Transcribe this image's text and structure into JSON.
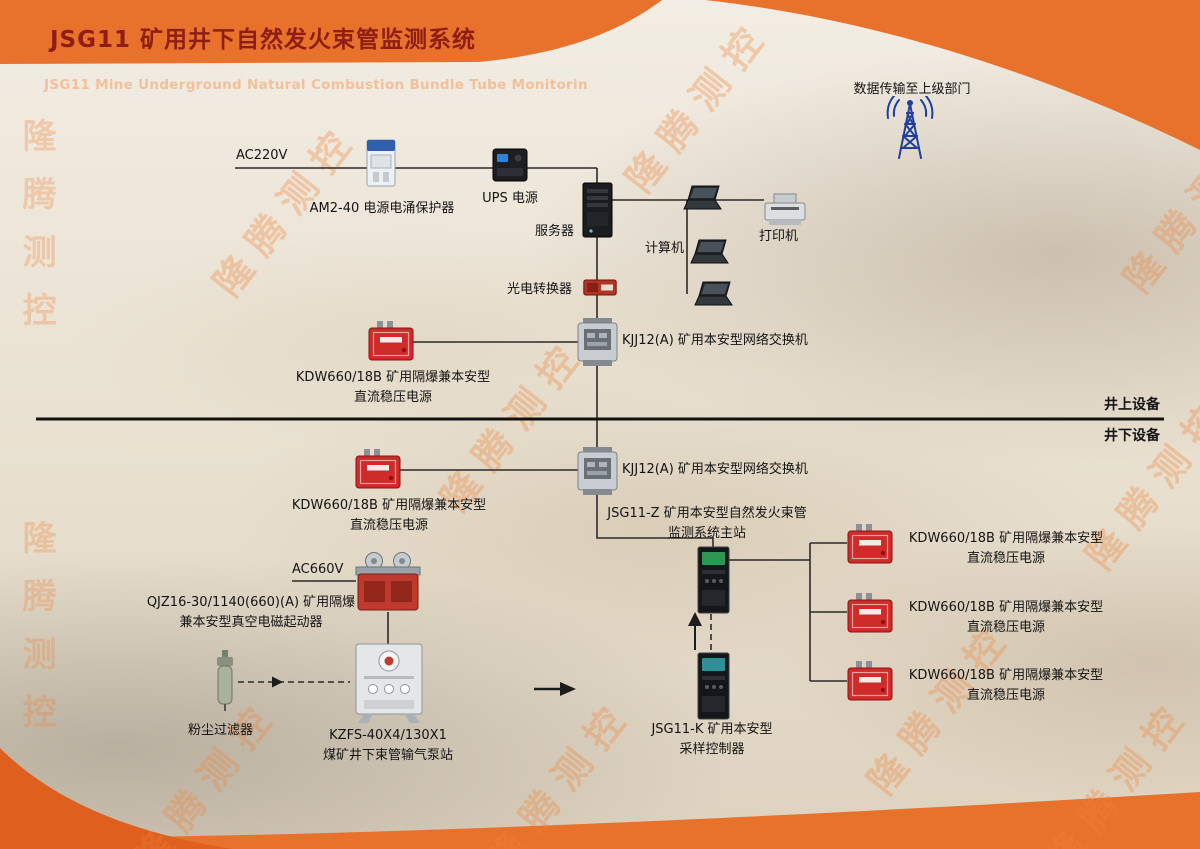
{
  "header": {
    "title": "JSG11 矿用井下自然发火束管监测系统",
    "subtitle": "JSG11 Mine Underground Natural Combustion Bundle Tube Monitorin"
  },
  "watermark": "隆腾测控",
  "colors": {
    "accent_orange": "#E8712C",
    "accent_orange_dark": "#DE5F1E",
    "title_red": "#8E1D12",
    "device_red": "#CF2B2B",
    "antenna_blue": "#1E3FA0"
  },
  "zones": {
    "surface": "井上设备",
    "underground": "井下设备"
  },
  "nodes": {
    "antenna": "数据传输至上级部门",
    "ac220v": "AC220V",
    "surge_protector": "AM2-40 电源电涌保护器",
    "ups": "UPS 电源",
    "server": "服务器",
    "computer": "计算机",
    "printer": "打印机",
    "converter": "光电转换器",
    "switch_surface": "KJJ12(A) 矿用本安型网络交换机",
    "switch_underground": "KJJ12(A) 矿用本安型网络交换机",
    "psu_surface": "KDW660/18B 矿用隔爆兼本安型\n直流稳压电源",
    "psu_underground": "KDW660/18B 矿用隔爆兼本安型\n直流稳压电源",
    "main_station": "JSG11-Z 矿用本安型自然发火束管\n监测系统主站",
    "psu_right_1": "KDW660/18B 矿用隔爆兼本安型\n直流稳压电源",
    "psu_right_2": "KDW660/18B 矿用隔爆兼本安型\n直流稳压电源",
    "psu_right_3": "KDW660/18B 矿用隔爆兼本安型\n直流稳压电源",
    "ac660v": "AC660V",
    "starter": "QJZ16-30/1140(660)(A) 矿用隔爆\n兼本安型真空电磁起动器",
    "pump_station": "KZFS-40X4/130X1\n煤矿井下束管输气泵站",
    "dust_filter": "粉尘过滤器",
    "sampling_controller": "JSG11-K 矿用本安型\n采样控制器"
  }
}
